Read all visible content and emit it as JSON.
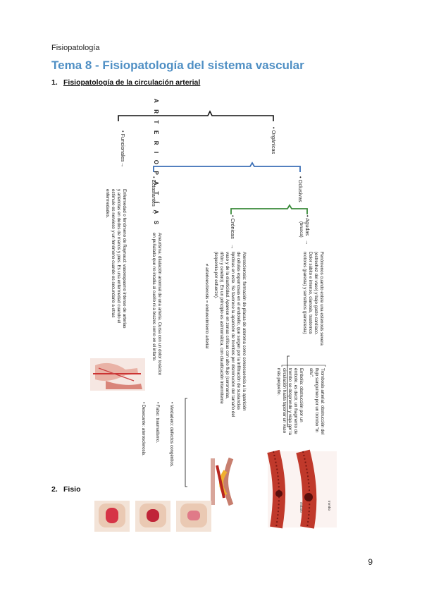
{
  "header": {
    "text": "Fisiopatología"
  },
  "title": "Tema 8 - Fisiopatología del sistema vascular",
  "section1": {
    "number": "1.",
    "label": "Fisiopatología de la circulación arterial"
  },
  "section2": {
    "number": "2.",
    "label": "Fisio"
  },
  "page_number": "9",
  "colors": {
    "title": "#4f8fc4",
    "brace_black": "#111111",
    "brace_blue": "#3b6fb6",
    "brace_green": "#3a8a3a"
  },
  "diagram": {
    "root": "ARTERIOPATÍAS",
    "organicas": "• Orgánicas",
    "funcionales": "• Funcionales",
    "funcionales_arrow": "→",
    "oclusivas": "• Oclusivas",
    "ectasiantes": "• Ectasiantes",
    "ectasiantes_arrow": "→",
    "agudas": "• Agudas",
    "agudas_sub": "(brusca)",
    "agudas_arrow": "→",
    "cronicas": "• Crónicas",
    "cronicas_arrow": "→",
    "agudas_desc": [
      "Fenómenos cuando existe una estenosis severa",
      "(estrechez del vaso) y bajo gasto cardíaco.",
      "Dolor súbito e intenso, cianosis, trastornos",
      "motores (paresia) y sensitivos (parestesia)"
    ],
    "trombosis": [
      "Trombosis arterial: obstrucción del",
      "flujo sanguíneo por un trombo \"in",
      "situ\"."
    ],
    "embolia": [
      "Embolia: obstrucción por un",
      "émbolo, es decir, un fragmento de",
      "trombo se desprende y viaja por la",
      "circulación hasta taponar un vaso",
      "más pequeño."
    ],
    "aterosclerosis": [
      "Aterosclerosis: formación de placas de ateroma como consecuencia a la aparición",
      "de células espumosas en el endotelio, que surgen por la infiltración de sustancias",
      "lipídicas en este. Se favorece la aparición de trombos por disminución del tamaño del",
      "vaso y de la elasticidad. Aparece en zonas críticas con alto flujo (coronarias,",
      "riñón y cerebro). En un principio es asintomática, con claudicación intermitente",
      "(isquemia por esfuerzo)."
    ],
    "ateroesclerosis": "≠ arterioesclerosis = endurecimiento arterial",
    "aneurisma": [
      "Aneurisma: dilatación anormal de una arteria. Cursa con un dolor torácico",
      "en puñalada que no irradia al cuello ni a brazos como en el infarto."
    ],
    "aneurisma_types": [
      "• Verdadero: defectos congénitos.",
      "• Falso: traumatismo.",
      "• Desecante: aterosclerosis."
    ],
    "raynaud": [
      "Enfermedad o fenómeno de Raynaud: vasoespasmo intenso de arterias",
      "y arteriolas en dedos de manos y pies. Es una enfermedad cuando el",
      "estímulo es nervioso y un fenómeno cuando es secundario a otras",
      "enfermedades."
    ],
    "fig_labels": [
      "trombo",
      "émbolo"
    ]
  }
}
